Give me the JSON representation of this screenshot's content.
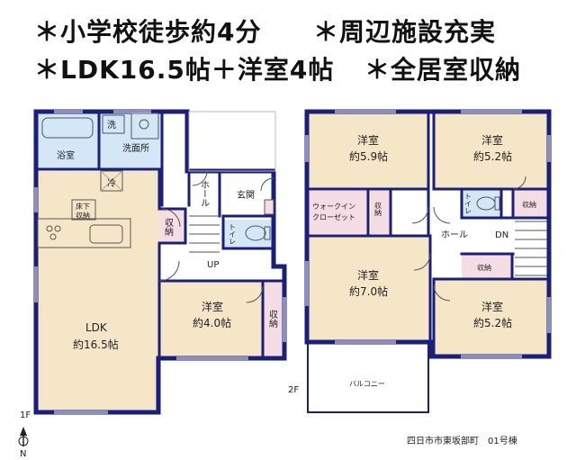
{
  "headline": {
    "line1_left": "＊小学校徒歩約4分",
    "line1_right": "＊周辺施設充実",
    "line2_left": "＊LDK16.5帖＋洋室4帖",
    "line2_right": "＊全居室収納"
  },
  "floor1": {
    "label": "1F",
    "bath": "浴室",
    "laundry": "洗",
    "washroom": "洗面所",
    "fridge": "冷",
    "underfloor": "床下\n収納",
    "storage_a": "収納",
    "hall": "ホール",
    "entrance": "玄関",
    "toilet": "トイレ",
    "up": "UP",
    "room_name": "洋室",
    "room_size": "約4.0帖",
    "storage_b": "収納",
    "ldk_name": "LDK",
    "ldk_size": "約16.5帖"
  },
  "floor2": {
    "label": "2F",
    "r1_name": "洋室",
    "r1_size": "約5.9帖",
    "r2_name": "洋室",
    "r2_size": "約5.2帖",
    "wic1": "ウォークイン",
    "wic2": "クローゼット",
    "storage_a": "収納",
    "toilet": "トイレ",
    "storage_b": "収納",
    "hall": "ホール",
    "dn": "DN",
    "storage_c": "収納",
    "r3_name": "洋室",
    "r3_size": "約7.0帖",
    "r4_name": "洋室",
    "r4_size": "約5.2帖",
    "balcony": "バルコニー"
  },
  "compass": "N",
  "footer": "四日市市東坂部町　01号棟",
  "colors": {
    "wall": "#1a1f7a",
    "room": "#f6e6c8",
    "wet": "#d4e7f6",
    "storage": "#f6dce4"
  }
}
